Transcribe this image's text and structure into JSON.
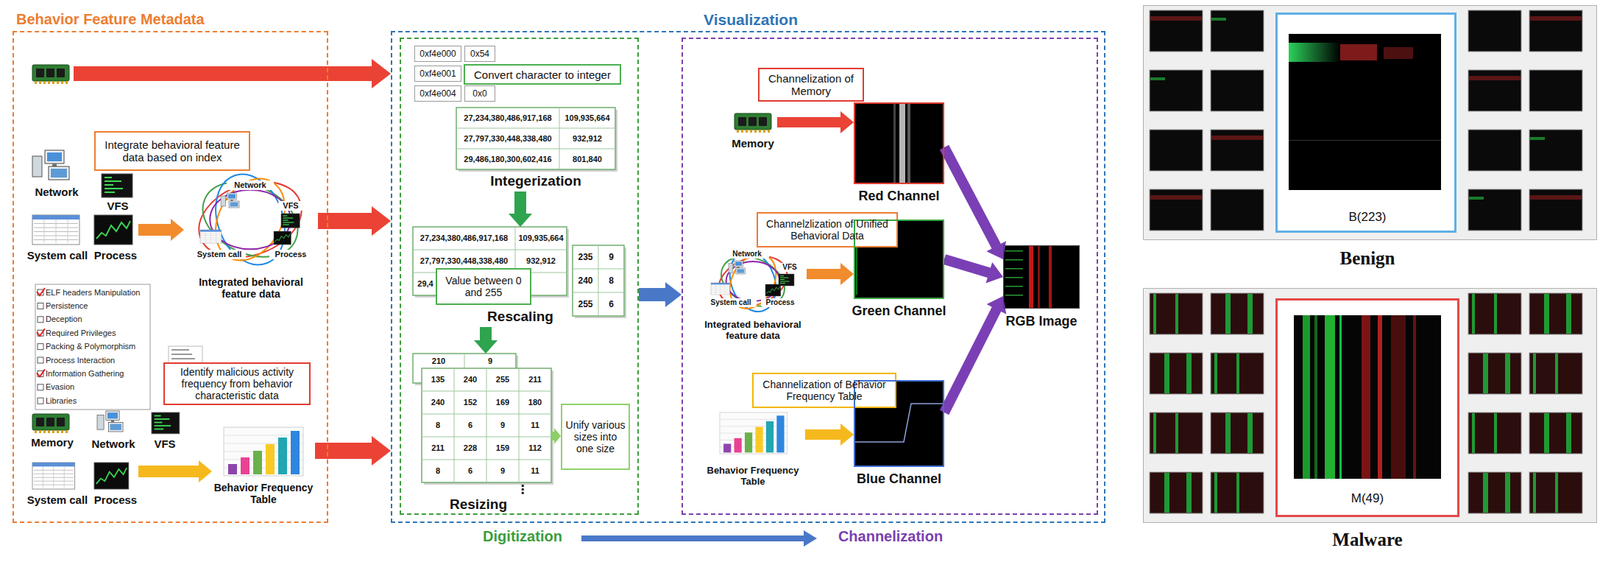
{
  "diagram": {
    "nodes": [
      {
        "text": [
          "Behavior Feature Metadata"
        ]
      },
      {
        "text": [
          "Network"
        ],
        "in": 0
      },
      {
        "text": [
          "VFS"
        ],
        "in": 0
      },
      {
        "text": [
          "Integrate behavioral feature data based on index"
        ],
        "in": 0
      },
      {
        "text": [
          "System call"
        ],
        "in": 0
      },
      {
        "text": [
          "Process"
        ],
        "in": 0
      },
      {
        "text": [
          "Network",
          "VFS",
          "System call",
          "Process",
          "Integrated behavioral feature data"
        ],
        "in": 0
      },
      {
        "text": [
          "ELF headers Manipulation",
          "Persistence",
          "Deception",
          "Required Privileges",
          "Packing & Polymorphism",
          "Process Interaction",
          "Information Gathering",
          "Evasion",
          "Libraries"
        ],
        "in": 0
      },
      {
        "text": [
          "Identify malicious activity frequency from behavior characteristic data"
        ],
        "in": 0
      },
      {
        "text": [
          "Memory"
        ],
        "in": 0
      },
      {
        "text": [
          "Network"
        ],
        "in": 0
      },
      {
        "text": [
          "VFS"
        ],
        "in": 0
      },
      {
        "text": [
          "System call"
        ],
        "in": 0
      },
      {
        "text": [
          "Process"
        ],
        "in": 0
      },
      {
        "text": [
          "Behavior Frequency Table"
        ],
        "in": 0
      },
      {
        "text": [
          "Visualization"
        ]
      },
      {
        "text": [
          "Digitization"
        ],
        "in": 15
      },
      {
        "text": [
          "0xf4e000",
          "0x54",
          "0xf4e001",
          "0xf4e004",
          "0x0"
        ],
        "in": 16
      },
      {
        "text": [
          "Convert character to integer"
        ],
        "in": 16
      },
      {
        "text": [
          "Integerization"
        ],
        "in": 16
      },
      {
        "text": [
          "Rescaling"
        ],
        "in": 16
      },
      {
        "text": [
          "Value between 0 and 255"
        ],
        "in": 16
      },
      {
        "text": [
          "Resizing"
        ],
        "in": 16
      },
      {
        "text": [
          "Unify various sizes into one size"
        ],
        "in": 16
      },
      {
        "text": [
          "Channelization"
        ],
        "in": 15
      },
      {
        "text": [
          "Memory"
        ],
        "in": 24
      },
      {
        "text": [
          "Channelization of Memory"
        ],
        "in": 24
      },
      {
        "text": [
          "Red Channel"
        ],
        "in": 24
      },
      {
        "text": [
          "Channelzlization of Unified Behavioral Data"
        ],
        "in": 24
      },
      {
        "text": [
          "Network",
          "VFS",
          "System call",
          "Process",
          "Integrated behavioral feature data"
        ],
        "in": 24
      },
      {
        "text": [
          "Green Channel"
        ],
        "in": 24
      },
      {
        "text": [
          "Channelization of Behavior Frequency Table"
        ],
        "in": 24
      },
      {
        "text": [
          "Behavior Frequency Table"
        ],
        "in": 24
      },
      {
        "text": [
          "Blue Channel"
        ],
        "in": 24
      },
      {
        "text": [
          "RGB Image"
        ],
        "in": 24
      },
      {
        "text": [
          "Benign"
        ]
      },
      {
        "text": [
          "B(223)"
        ],
        "in": 35
      },
      {
        "text": [
          "Malware"
        ]
      },
      {
        "text": [
          "M(49)"
        ],
        "in": 37
      }
    ],
    "edges": [
      {
        "from": 5,
        "to": 6,
        "arrow": "to"
      },
      {
        "from": 6,
        "to": 15,
        "arrow": "to"
      },
      {
        "from": 13,
        "to": 14,
        "arrow": "to"
      },
      {
        "from": 14,
        "to": 15,
        "arrow": "to"
      },
      {
        "from": 19,
        "to": 20,
        "arrow": "to"
      },
      {
        "from": 20,
        "to": 22,
        "arrow": "to"
      },
      {
        "from": 22,
        "to": 23,
        "arrow": "to"
      },
      {
        "from": 16,
        "to": 24,
        "arrow": "to"
      },
      {
        "from": 25,
        "to": 27,
        "arrow": "to"
      },
      {
        "from": 29,
        "to": 30,
        "arrow": "to"
      },
      {
        "from": 32,
        "to": 33,
        "arrow": "to"
      },
      {
        "from": 27,
        "to": 34,
        "arrow": "to"
      },
      {
        "from": 30,
        "to": 34,
        "arrow": "to"
      },
      {
        "from": 33,
        "to": 34,
        "arrow": "to"
      }
    ],
    "labels": [
      "27,234,380,486,917,168",
      "109,935,664",
      "27,797,330,448,338,480",
      "932,912",
      "29,486,180,300,602,416",
      "801,840",
      "27,234,380,486,917,168",
      "109,935,664",
      "27,797,330,448,338,480",
      "932,912",
      "29,4",
      "235",
      "9",
      "240",
      "8",
      "255",
      "6",
      "210",
      "9",
      "135",
      "240",
      "255",
      "211",
      "240",
      "152",
      "169",
      "180",
      "8",
      "6",
      "9",
      "11",
      "211",
      "228",
      "159",
      "112",
      "8",
      "6",
      "9",
      "11",
      "⋮"
    ]
  }
}
